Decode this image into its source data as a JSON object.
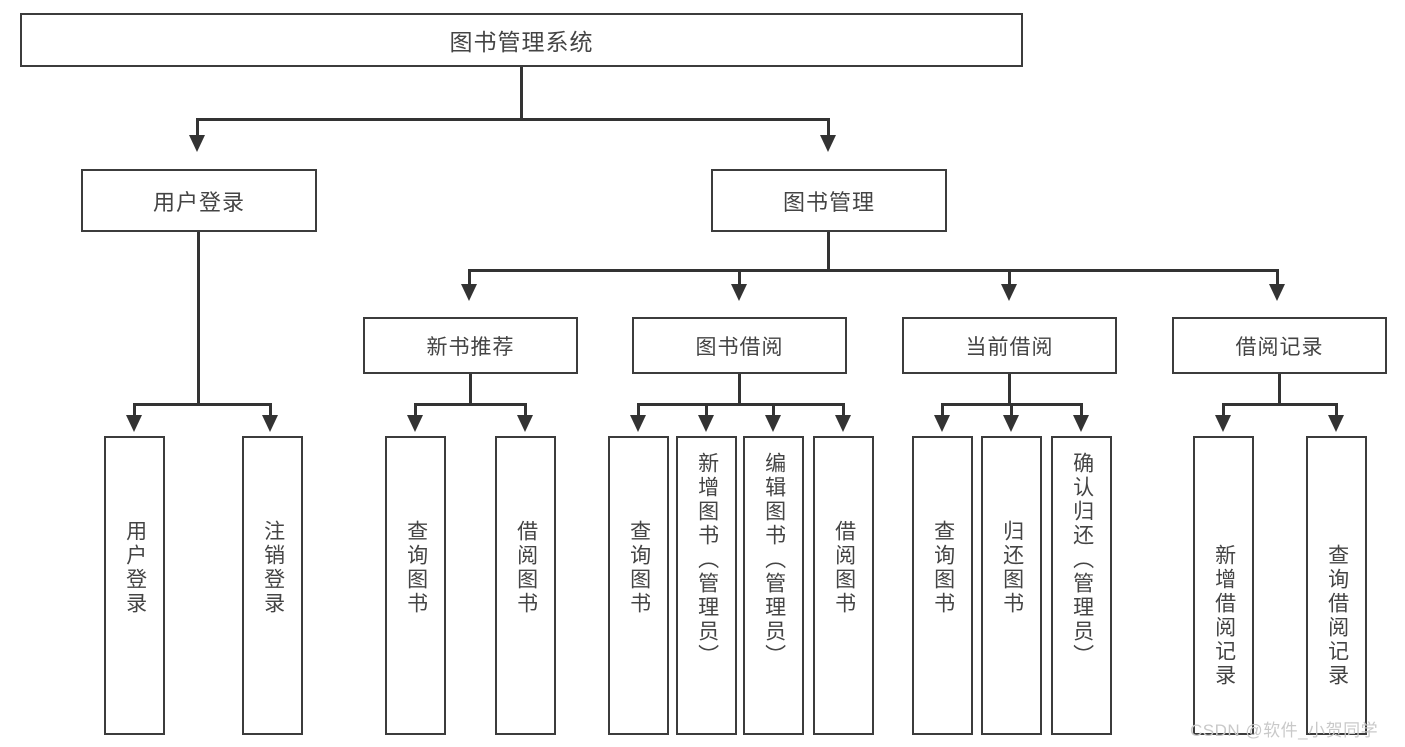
{
  "diagram": {
    "title": "图书管理系统",
    "type": "tree-hierarchy-chart",
    "root": {
      "label": "图书管理系统"
    },
    "level2": [
      {
        "label": "用户登录"
      },
      {
        "label": "图书管理"
      }
    ],
    "level3": [
      {
        "label": "新书推荐"
      },
      {
        "label": "图书借阅"
      },
      {
        "label": "当前借阅"
      },
      {
        "label": "借阅记录"
      }
    ],
    "leaves": {
      "user_login": [
        {
          "label": "用户登录"
        },
        {
          "label": "注销登录"
        }
      ],
      "new_book_recommend": [
        {
          "label": "查询图书"
        },
        {
          "label": "借阅图书"
        }
      ],
      "book_borrow": [
        {
          "label": "查询图书"
        },
        {
          "label": "新增图书（管理员）"
        },
        {
          "label": "编辑图书（管理员）"
        },
        {
          "label": "借阅图书"
        }
      ],
      "current_borrow": [
        {
          "label": "查询图书"
        },
        {
          "label": "归还图书"
        },
        {
          "label": "确认归还（管理员）"
        }
      ],
      "borrow_record": [
        {
          "label": "新增借阅记录"
        },
        {
          "label": "查询借阅记录"
        }
      ]
    }
  },
  "watermark": {
    "text": "CSDN @软件_小贺同学"
  },
  "colors": {
    "background": "#ffffff",
    "box_border": "#3c3c3c",
    "text": "#444444",
    "connector": "#333333",
    "watermark": "#c9c9c9"
  }
}
